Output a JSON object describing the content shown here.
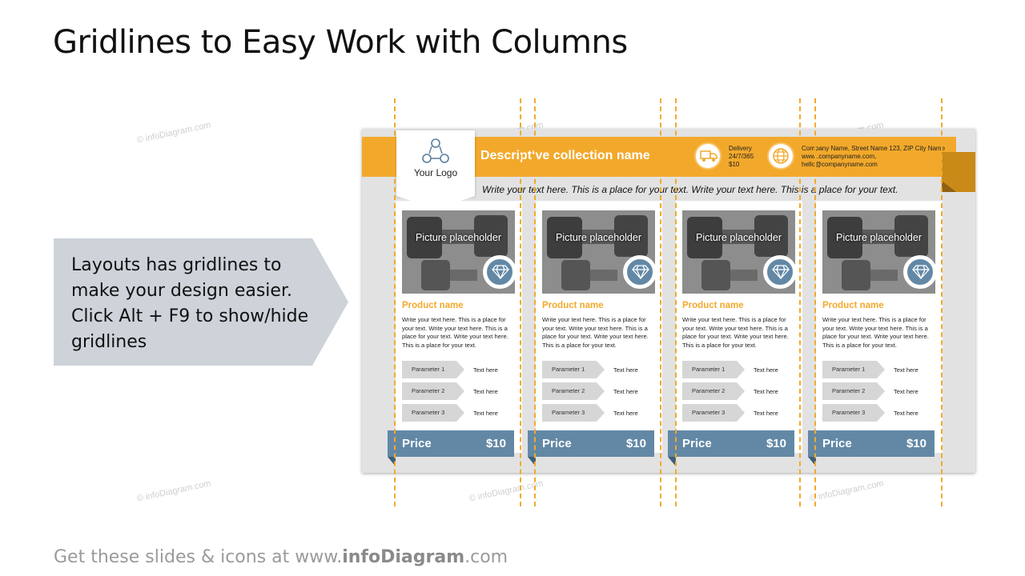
{
  "slide": {
    "title": "Gridlines to Easy Work with Columns",
    "callout_text": "Layouts has gridlines to make your design easier. Click  Alt + F9 to show/hide gridlines",
    "footer_prefix": "Get these slides & icons at www.",
    "footer_brand": "infoDiagram",
    "footer_suffix": ".com",
    "watermark": "© infoDiagram.com"
  },
  "brochure": {
    "logo_text": "Your Logo",
    "collection_name": "Descriptʻve collection name",
    "delivery_lines": [
      "Delivery",
      "24/7/365",
      "$10"
    ],
    "contact_lines": [
      "Company Name, Street Name 123, ZIP City Name",
      "www..companyname.com,",
      "hello@companyname.com"
    ],
    "tagline": "Write your text here. This is a place for your text. Write your text here. This is a place for your text.",
    "icons": {
      "logo": "logo-icon",
      "delivery": "truck-icon",
      "web": "globe-icon",
      "product": "diamond-icon"
    }
  },
  "cards": [
    {
      "picture_label": "Picture placeholder",
      "product_name": "Product name",
      "description": "Write your text here. This is a place for your text. Write your text here. This is a place for your text. Write your text here. This is a place for your text.",
      "params": [
        {
          "label": "Parameter 1",
          "value": "Text here"
        },
        {
          "label": "Parameter 2",
          "value": "Text here"
        },
        {
          "label": "Parameter 3",
          "value": "Text here"
        }
      ],
      "price_label": "Price",
      "price_value": "$10"
    },
    {
      "picture_label": "Picture placeholder",
      "product_name": "Product name",
      "description": "Write your text here. This is a place for your text. Write your text here. This is a place for your text. Write your text here. This is a place for your text.",
      "params": [
        {
          "label": "Parameter 1",
          "value": "Text here"
        },
        {
          "label": "Parameter 2",
          "value": "Text here"
        },
        {
          "label": "Parameter 3",
          "value": "Text here"
        }
      ],
      "price_label": "Price",
      "price_value": "$10"
    },
    {
      "picture_label": "Picture placeholder",
      "product_name": "Product name",
      "description": "Write your text here. This is a place for your text. Write your text here. This is a place for your text. Write your text here. This is a place for your text.",
      "params": [
        {
          "label": "Parameter 1",
          "value": "Text here"
        },
        {
          "label": "Parameter 2",
          "value": "Text here"
        },
        {
          "label": "Parameter 3",
          "value": "Text here"
        }
      ],
      "price_label": "Price",
      "price_value": "$10"
    },
    {
      "picture_label": "Picture placeholder",
      "product_name": "Product name",
      "description": "Write your text here. This is a place for your text. Write your text here. This is a place for your text. Write your text here. This is a place for your text.",
      "params": [
        {
          "label": "Parameter 1",
          "value": "Text here"
        },
        {
          "label": "Parameter 2",
          "value": "Text here"
        },
        {
          "label": "Parameter 3",
          "value": "Text here"
        }
      ],
      "price_label": "Price",
      "price_value": "$10"
    }
  ],
  "colors": {
    "accent_orange": "#f2a92b",
    "steel_blue": "#6288a6",
    "callout_gray": "#cdd3d9",
    "sheet_gray": "#e2e2e2"
  }
}
